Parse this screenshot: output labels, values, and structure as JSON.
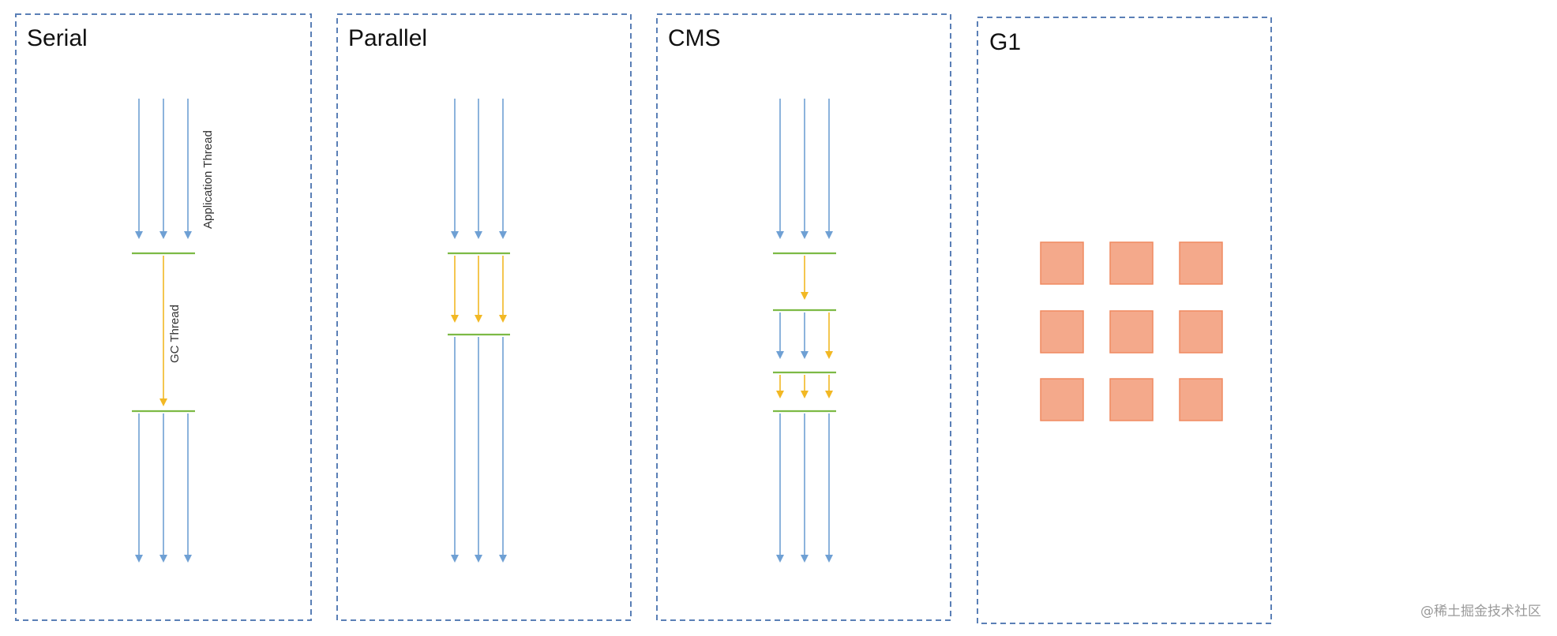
{
  "panels": [
    {
      "title": "Serial"
    },
    {
      "title": "Parallel"
    },
    {
      "title": "CMS"
    },
    {
      "title": "G1"
    }
  ],
  "labels": {
    "application_thread": "Application Thread",
    "gc_thread": "GC Thread"
  },
  "watermark": "@稀土掘金技术社区",
  "colors": {
    "border": "#5a7fb6",
    "application_arrow": "#6fa0d4",
    "gc_arrow": "#f2b824",
    "safepoint_bar": "#7dba45",
    "region_fill": "#f4a98b",
    "region_stroke": "#f08a60"
  },
  "g1_regions": {
    "rows": 3,
    "cols": 3
  }
}
